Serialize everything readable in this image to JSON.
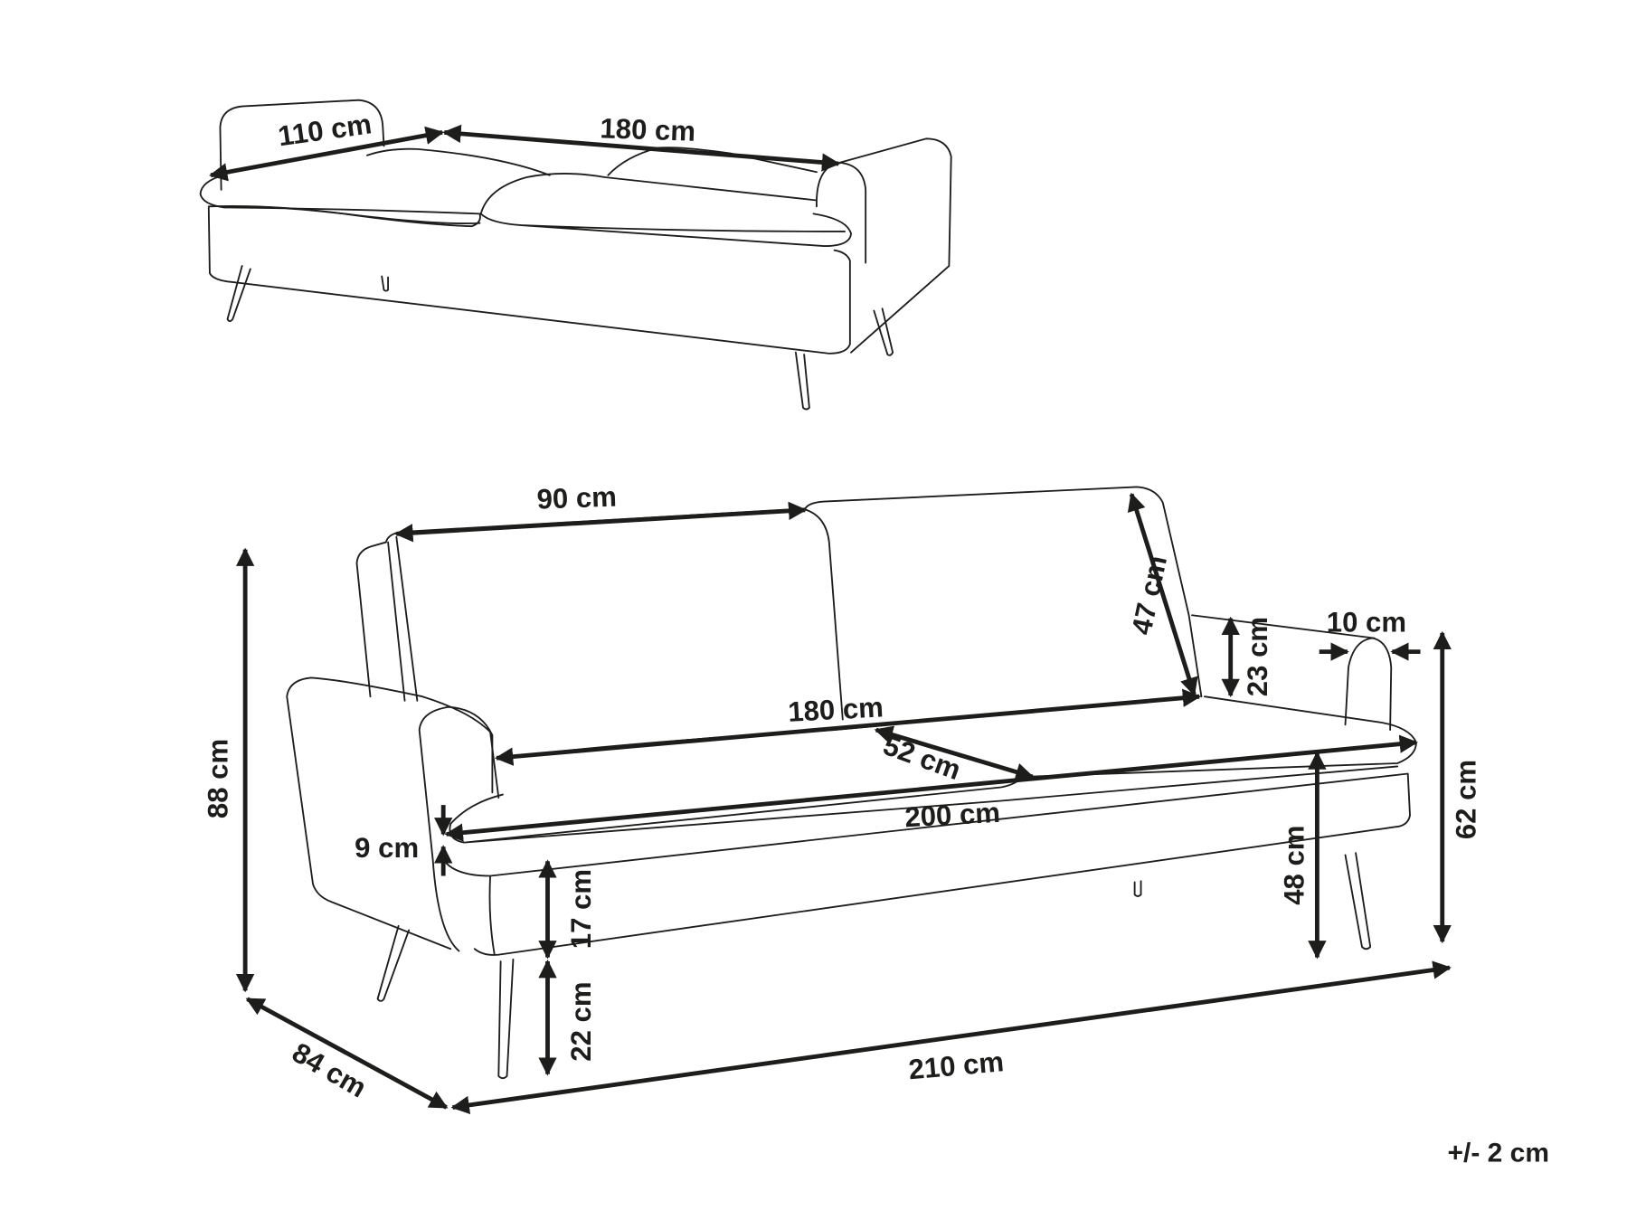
{
  "figure": {
    "title": "Sofa bed dimension drawing",
    "views": [
      "bed-position",
      "sofa-position"
    ],
    "tolerance_note": "+/- 2 cm"
  },
  "bed_view": {
    "dimensions": {
      "bed_width": "110 cm",
      "bed_length": "180 cm"
    }
  },
  "sofa_view": {
    "dimensions": {
      "total_height": "88 cm",
      "total_depth": "84 cm",
      "total_width": "210 cm",
      "back_cushion_width": "90 cm",
      "backrest_height": "47 cm",
      "armrest_height_above_seat": "23 cm",
      "armrest_width": "10 cm",
      "armrest_height": "62 cm",
      "seat_width": "180 cm",
      "seat_depth": "52 cm",
      "interior_width": "200 cm",
      "seat_cushion_thickness": "9 cm",
      "base_frame_height": "17 cm",
      "leg_height": "22 cm",
      "seat_height": "48 cm"
    }
  },
  "colors": {
    "line": "#1d1d1b",
    "background": "#ffffff"
  }
}
